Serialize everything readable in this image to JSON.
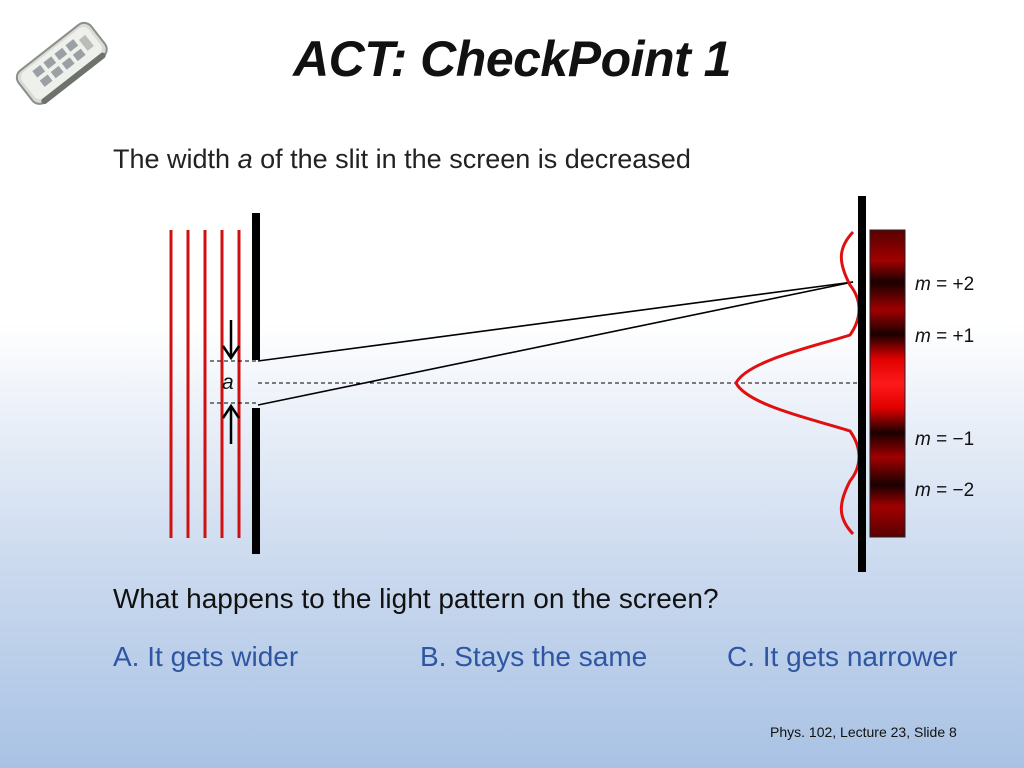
{
  "slide": {
    "title": "ACT: CheckPoint 1",
    "prompt_before": "The width ",
    "prompt_var": "a",
    "prompt_after": " of the slit in the screen is decreased",
    "question": "What happens to the light pattern on the screen?",
    "answers": [
      {
        "label": "A.  It gets wider"
      },
      {
        "label": "B.  Stays the same"
      },
      {
        "label": "C.  It gets narrower"
      }
    ],
    "footer": "Phys. 102, Lecture 23, Slide 8"
  },
  "diagram": {
    "slit_width_label": "a",
    "orders": [
      {
        "var": "m",
        "value": " = +2"
      },
      {
        "var": "m",
        "value": " = +1"
      },
      {
        "var": "m",
        "value": " = −1"
      },
      {
        "var": "m",
        "value": " = −2"
      }
    ],
    "wave_color": "#d01010",
    "pattern_center_color": "#ff1a1a",
    "pattern_dark_color": "#1a0000"
  },
  "icons": {
    "clicker": "iclicker-remote-icon"
  }
}
